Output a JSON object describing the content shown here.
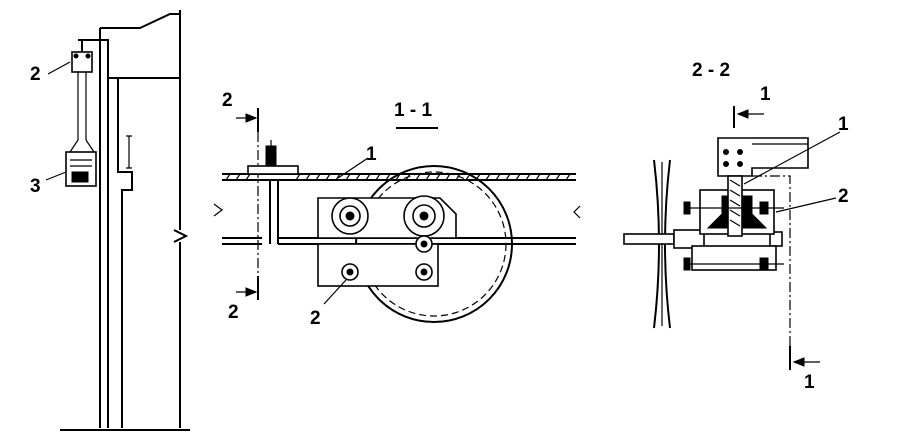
{
  "labels": {
    "left_2": "2",
    "left_3": "3",
    "section_1_1_title": "1 - 1",
    "mid_1": "1",
    "mid_2": "2",
    "mid_cut_top": "2",
    "mid_cut_bottom": "2",
    "section_2_2_title": "2 - 2",
    "right_1": "1",
    "right_2": "2",
    "right_cut_top": "1",
    "right_cut_bottom": "1"
  }
}
